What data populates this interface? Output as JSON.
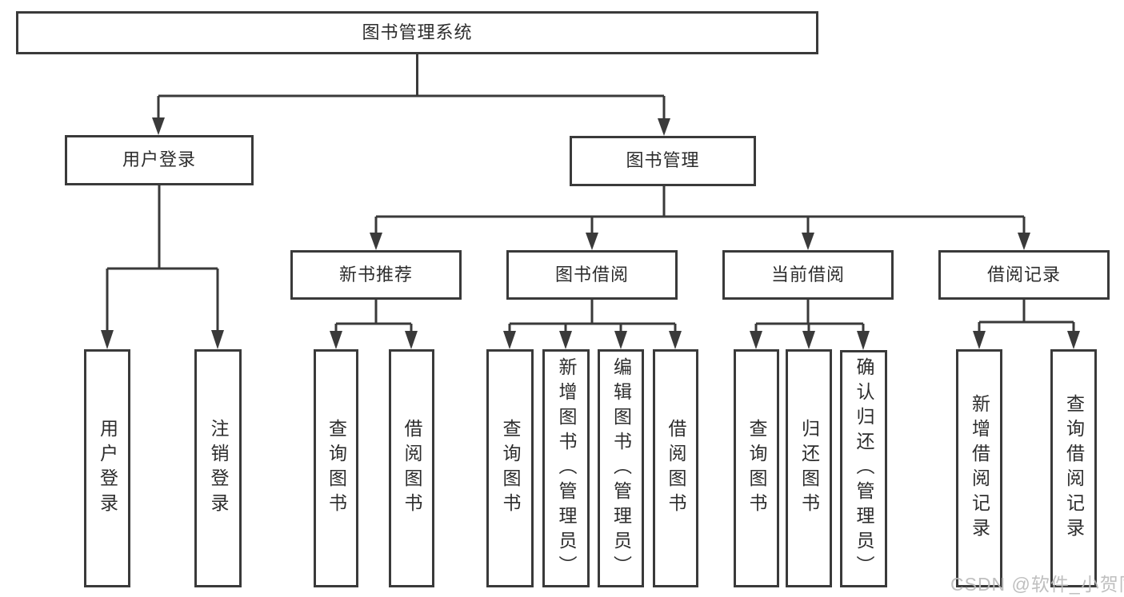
{
  "tree": {
    "root": {
      "label": "图书管理系统",
      "children": [
        {
          "label": "用户登录",
          "children": [
            {
              "label": "用户登录"
            },
            {
              "label": "注销登录"
            }
          ]
        },
        {
          "label": "图书管理",
          "children": [
            {
              "label": "新书推荐",
              "children": [
                {
                  "label": "查询图书"
                },
                {
                  "label": "借阅图书"
                }
              ]
            },
            {
              "label": "图书借阅",
              "children": [
                {
                  "label": "查询图书"
                },
                {
                  "label": "新增图书（管理员）"
                },
                {
                  "label": "编辑图书（管理员）"
                },
                {
                  "label": "借阅图书"
                }
              ]
            },
            {
              "label": "当前借阅",
              "children": [
                {
                  "label": "查询图书"
                },
                {
                  "label": "归还图书"
                },
                {
                  "label": "确认归还（管理员）"
                }
              ]
            },
            {
              "label": "借阅记录",
              "children": [
                {
                  "label": "新增借阅记录"
                },
                {
                  "label": "查询借阅记录"
                }
              ]
            }
          ]
        }
      ]
    }
  },
  "watermark": {
    "text": "CSDN @软件_小贺同学"
  },
  "colors": {
    "line": "#3a3a3a",
    "border": "#3a3a3a",
    "text": "#2d2d2d",
    "watermark": "#bababa",
    "background": "#ffffff"
  }
}
